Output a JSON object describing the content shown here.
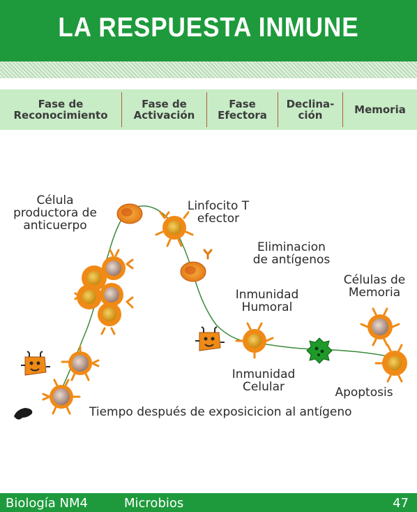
{
  "title": "LA RESPUESTA INMUNE",
  "phases": [
    {
      "line1": "Fase de",
      "line2": "Reconocimiento"
    },
    {
      "line1": "Fase de",
      "line2": "Activación"
    },
    {
      "line1": "Fase",
      "line2": "Efectora"
    },
    {
      "line1": "Declina-",
      "line2": "ción"
    },
    {
      "line1": "Memoria",
      "line2": ""
    }
  ],
  "labels": {
    "antibody_cell": "Célula\nproductora de\nanticuerpo",
    "effector_t": "Linfocito T\nefector",
    "antigen_elimination": "Eliminacion\nde antígenos",
    "humoral": "Inmunidad\nHumoral",
    "memory_cells": "Células de\nMemoria",
    "cellular": "Inmunidad\nCelular",
    "apoptosis": "Apoptosis",
    "time_axis": "Tiempo después de exposicicion al antígeno"
  },
  "footer": {
    "course": "Biología NM4",
    "topic": "Microbios",
    "page": "47"
  },
  "colors": {
    "green": "#1e9a3c",
    "phase_bg": "#c7ecc6",
    "cell_orange": "#f08a16",
    "curve": "#3c8a3c",
    "apoptotic_cell": "#1f9a2a"
  }
}
